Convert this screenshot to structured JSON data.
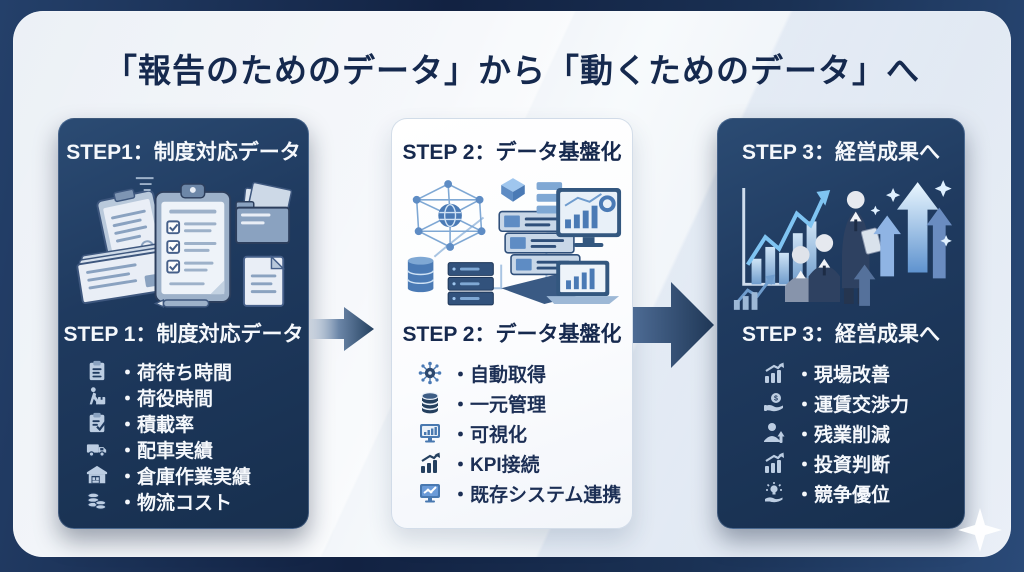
{
  "title": "「報告のためのデータ」から「動くためのデータ」へ",
  "panels": [
    {
      "header": "STEP1：制度対応データ",
      "subtitle": "STEP 1：制度対応データ",
      "items": [
        {
          "icon": "clipboard-icon",
          "label": "・荷待ち時間"
        },
        {
          "icon": "cargo-worker-icon",
          "label": "・荷役時間"
        },
        {
          "icon": "clipboard-check-icon",
          "label": "・積載率"
        },
        {
          "icon": "truck-icon",
          "label": "・配車実績"
        },
        {
          "icon": "warehouse-icon",
          "label": "・倉庫作業実績"
        },
        {
          "icon": "coins-icon",
          "label": "・物流コスト"
        }
      ]
    },
    {
      "header": "STEP 2：データ基盤化",
      "subtitle": "STEP 2：データ基盤化",
      "items": [
        {
          "icon": "automation-gear-icon",
          "label": "・自動取得"
        },
        {
          "icon": "database-icon",
          "label": "・一元管理"
        },
        {
          "icon": "monitor-chart-icon",
          "label": "・可視化"
        },
        {
          "icon": "kpi-chart-icon",
          "label": "・KPI接続"
        },
        {
          "icon": "system-link-icon",
          "label": "・既存システム連携"
        }
      ]
    },
    {
      "header": "STEP 3：経営成果へ",
      "subtitle": "STEP 3：経営成果へ",
      "items": [
        {
          "icon": "improvement-chart-icon",
          "label": "・現場改善"
        },
        {
          "icon": "hand-coin-icon",
          "label": "・運賃交渉力"
        },
        {
          "icon": "person-up-icon",
          "label": "・残業削減"
        },
        {
          "icon": "investment-chart-icon",
          "label": "・投資判断"
        },
        {
          "icon": "idea-hand-icon",
          "label": "・競争優位"
        }
      ]
    }
  ],
  "colors": {
    "outer_background": "#16294a",
    "canvas": "#edf1f7",
    "panel_dark": "#1f3a5f",
    "panel_light": "#ffffff",
    "title_text": "#15294e",
    "dark_panel_text": "#f5f8fc",
    "light_panel_text": "#1c2f55",
    "accent_blue": "#4a7ab5",
    "arrow_dark": "#24405f",
    "icon_light": "#bccde2"
  }
}
